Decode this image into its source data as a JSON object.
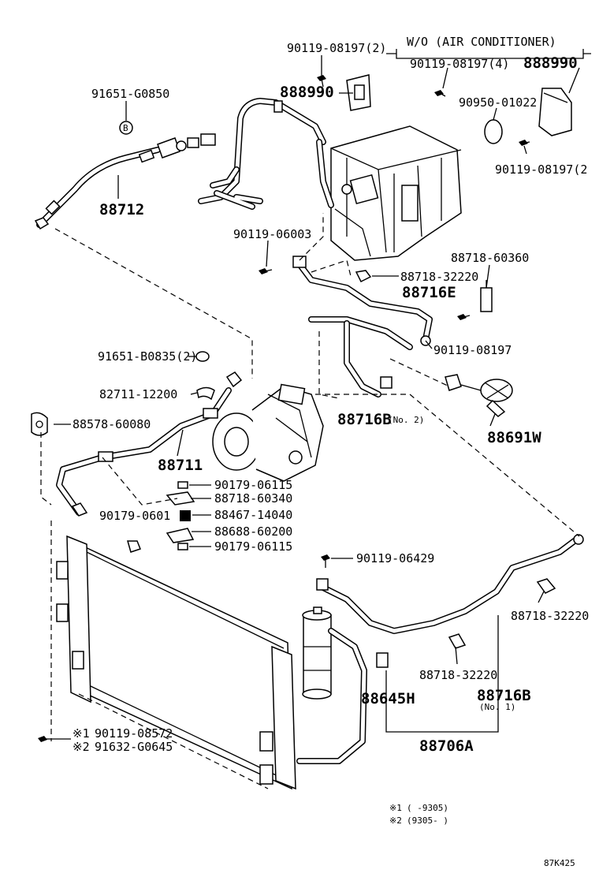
{
  "diagram": {
    "ref_code": "87K425",
    "bracket_note": "W/O (AIR CONDITIONER)",
    "footnotes": [
      {
        "mark": "※1",
        "text": "(      -9305)"
      },
      {
        "mark": "※2",
        "text": "(9305-      )"
      }
    ],
    "labels": {
      "p90119_08197_2": "90119-08197(2)",
      "p90119_08197_4": "90119-08197(4)",
      "p888990_a": "888990",
      "p888990_b": "888990",
      "p90950_01022": "90950-01022",
      "p90119_08197_2b": "90119-08197(2",
      "p91651_g0850": "91651-G0850",
      "p88712": "88712",
      "p90119_06003": "90119-06003",
      "p88718_60360": "88718-60360",
      "p88718_32220_a": "88718-32220",
      "p88716e": "88716E",
      "p90119_08197": "90119-08197",
      "p91651_b0835": "91651-B0835(2)",
      "p82711_12200": "82711-12200",
      "p88578_60080": "88578-60080",
      "p88711": "88711",
      "p88716b_no2": "88716B",
      "p88716b_no2_sub": "(No. 2)",
      "p88691w": "88691W",
      "p90179_06115_a": "90179-06115",
      "p88718_60340": "88718-60340",
      "p90179_06017": "90179-0601",
      "p88467_14040": "88467-14040",
      "p88688_60200": "88688-60200",
      "p90179_06115_b": "90179-06115",
      "p90119_06429": "90119-06429",
      "p88718_32220_b": "88718-32220",
      "p88718_32220_c": "88718-32220",
      "p88645h": "88645H",
      "p88716b_no1": "88716B",
      "p88716b_no1_sub": "(No. 1)",
      "p88706a": "88706A",
      "p90119_08572": "90119-08572",
      "p91632_g0645": "91632-G0645",
      "mark1": "※1",
      "mark2": "※2",
      "circle_b": "B"
    }
  }
}
